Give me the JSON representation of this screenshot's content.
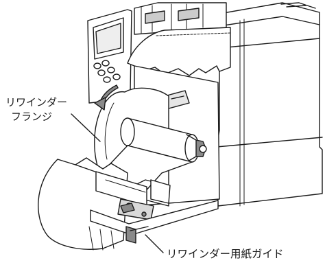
{
  "labels": {
    "rewinder_flange_line1": "リワインダー",
    "rewinder_flange_line2": "フランジ",
    "rewinder_paper_guide": "リワインダー用紙ガイド"
  },
  "colors": {
    "line": "#1a1a1a",
    "shade": "#d9d9d9",
    "dark_shade": "#8a8a8a",
    "paper": "#ffffff"
  },
  "icons": [
    "rotation-arrow-icon"
  ]
}
